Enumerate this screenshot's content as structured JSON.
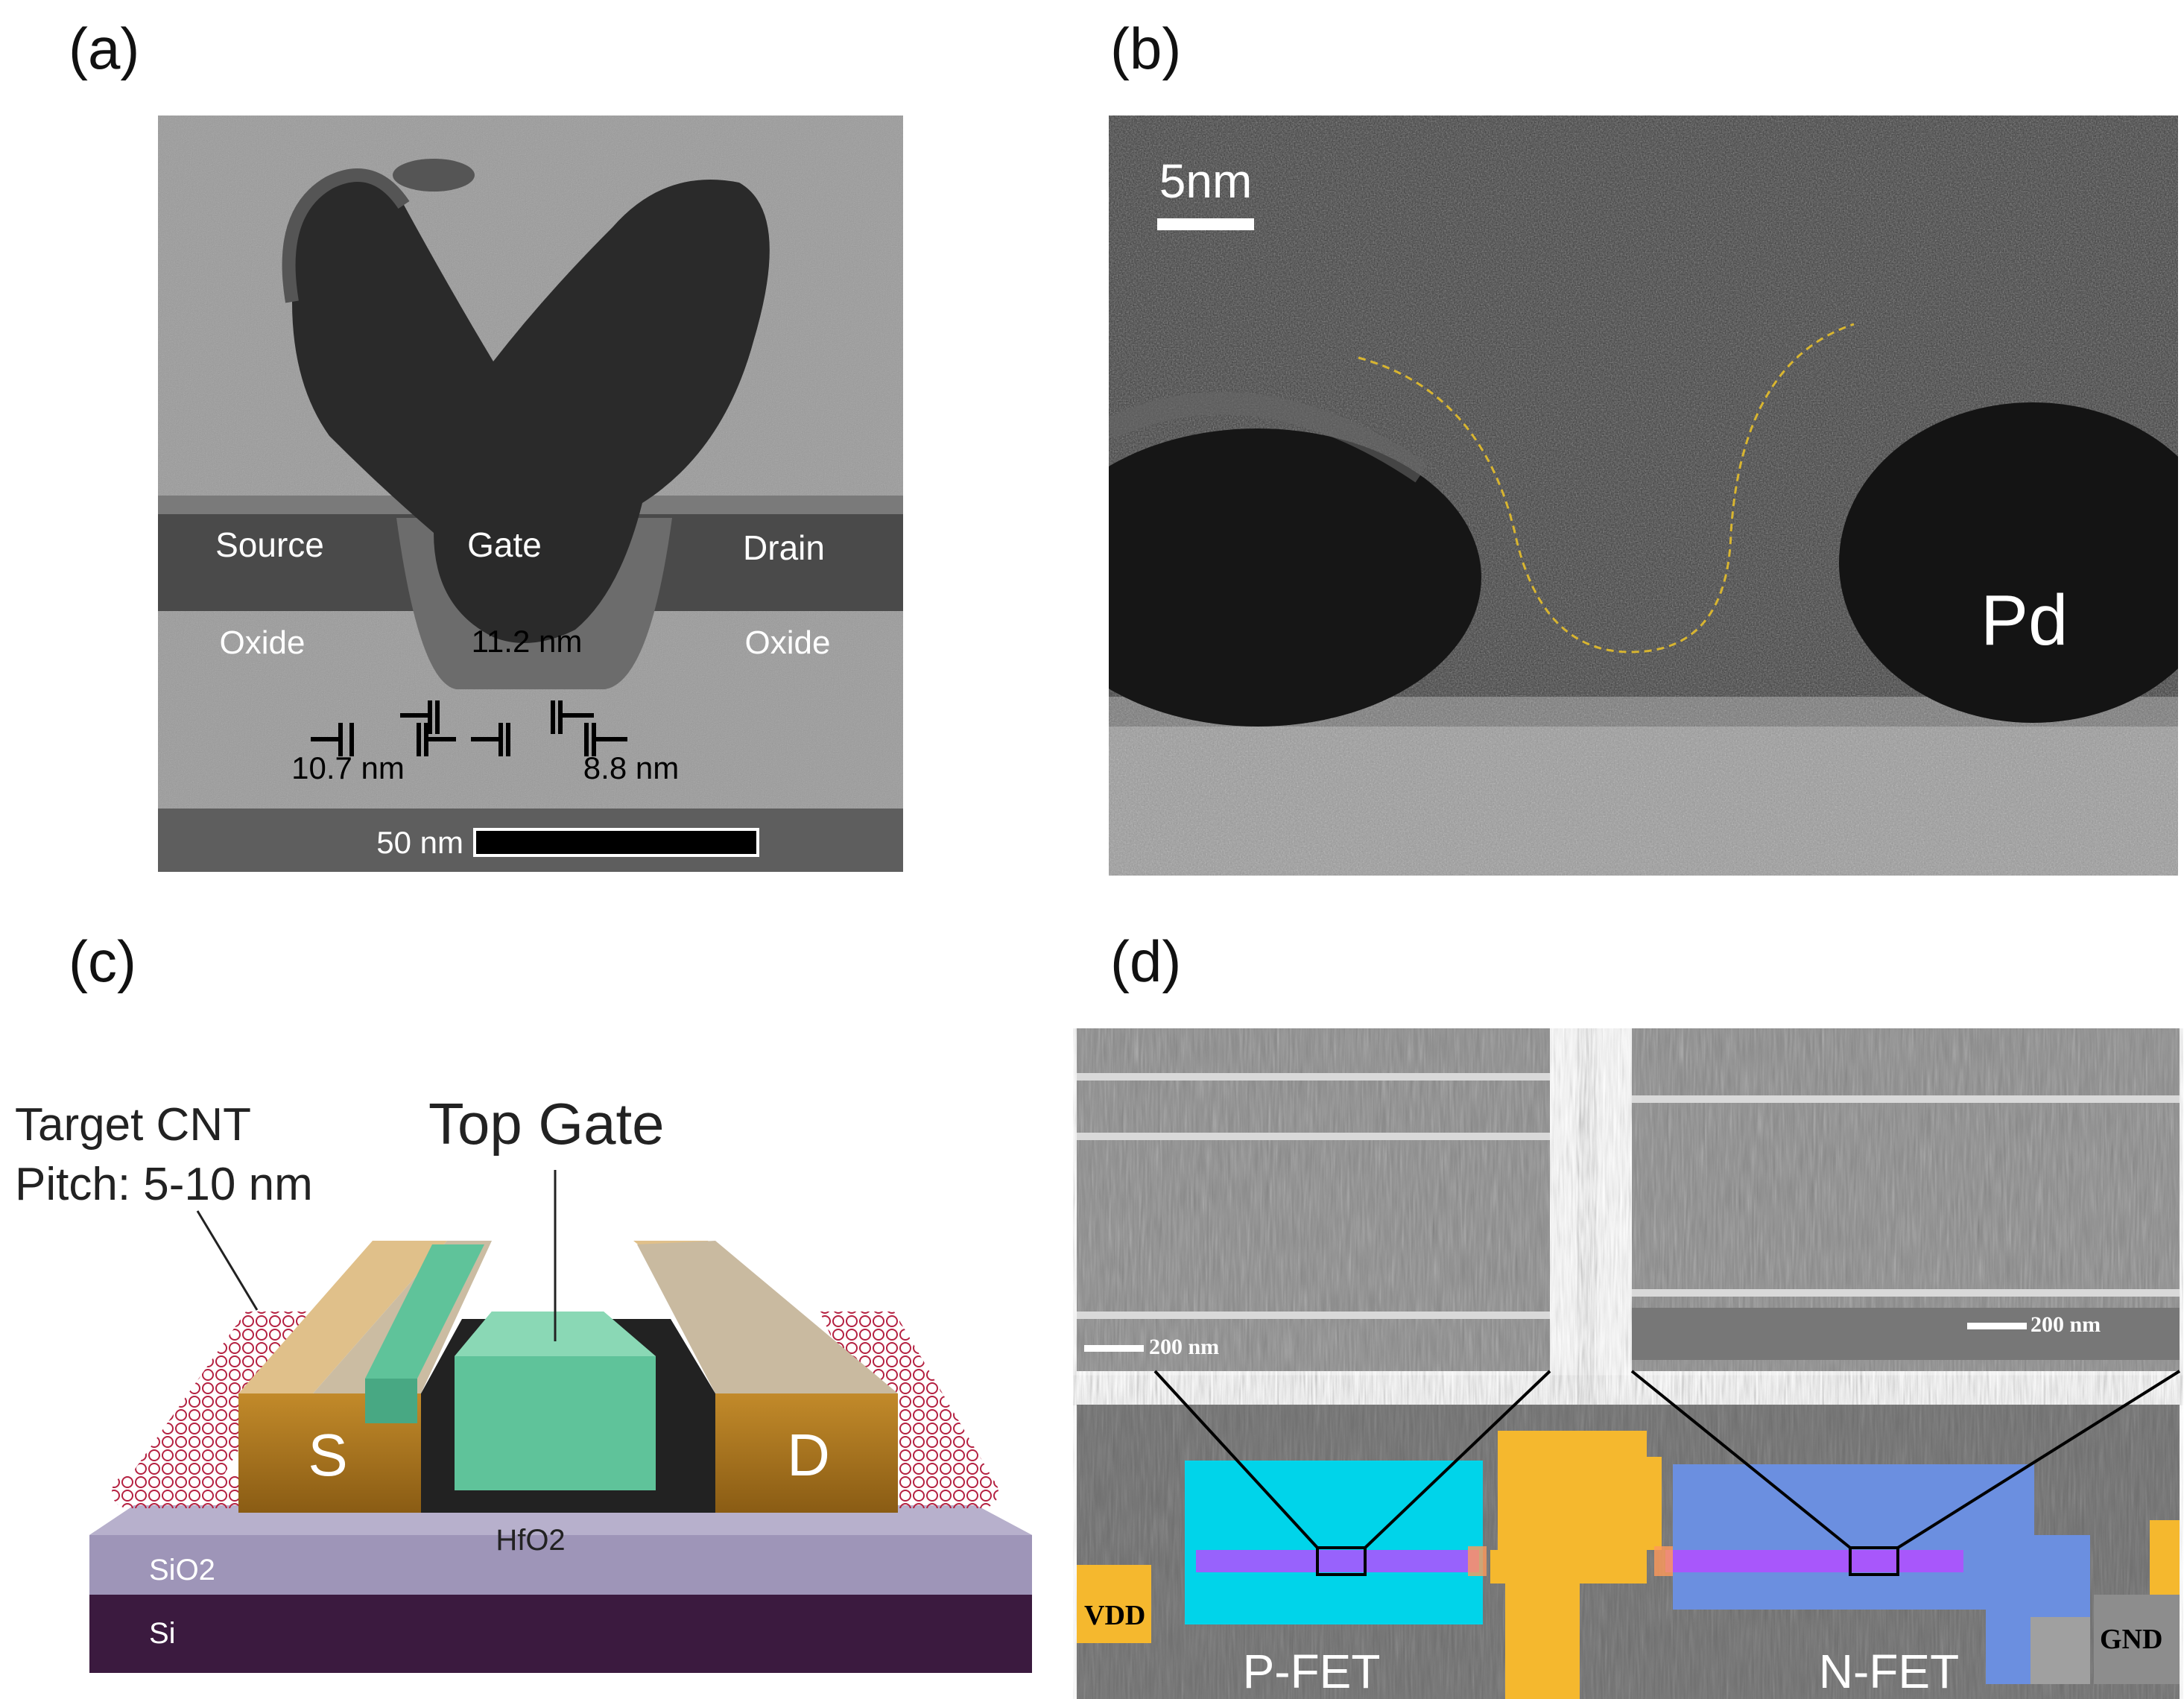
{
  "panels": {
    "a": {
      "label": "(a)",
      "source": "Source",
      "gate": "Gate",
      "drain": "Drain",
      "oxide_left": "Oxide",
      "oxide_right": "Oxide",
      "dim_top": "11.2 nm",
      "dim_left": "10.7 nm",
      "dim_right": "8.8 nm",
      "scale": "50 nm"
    },
    "b": {
      "label": "(b)",
      "scale": "5nm",
      "material": "Pd"
    },
    "c": {
      "label": "(c)",
      "target_line1": "Target CNT",
      "target_line2": "Pitch: 5-10 nm",
      "top_gate": "Top Gate",
      "source": "S",
      "drain": "D",
      "dielectric": "HfO2",
      "sio2": "SiO2",
      "si": "Si"
    },
    "d": {
      "label": "(d)",
      "scale_left": "200 nm",
      "scale_right": "200 nm",
      "vdd": "VDD",
      "gnd": "GND",
      "pfet": "P-FET",
      "nfet": "N-FET"
    }
  }
}
